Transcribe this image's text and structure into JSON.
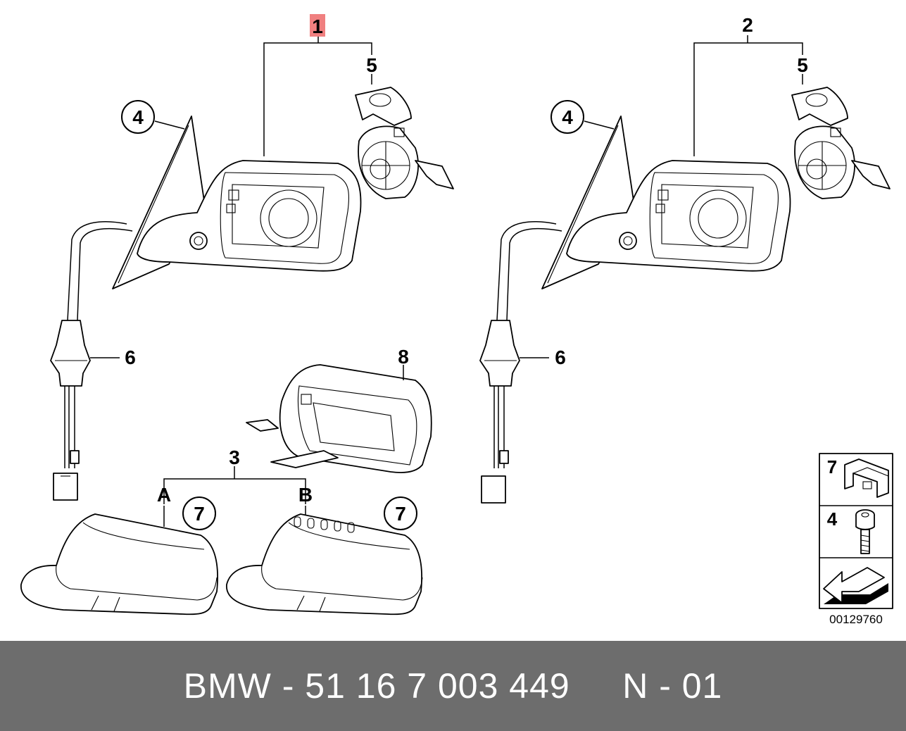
{
  "diagram": {
    "main_callouts": [
      {
        "id": "part-1",
        "label": "1",
        "highlighted": true
      },
      {
        "id": "part-2",
        "label": "2"
      },
      {
        "id": "part-3",
        "label": "3"
      },
      {
        "id": "part-4-left",
        "label": "4"
      },
      {
        "id": "part-4-right",
        "label": "4"
      },
      {
        "id": "part-5-left",
        "label": "5"
      },
      {
        "id": "part-5-right",
        "label": "5"
      },
      {
        "id": "part-6-left",
        "label": "6"
      },
      {
        "id": "part-6-right",
        "label": "6"
      },
      {
        "id": "part-7-a",
        "label": "7"
      },
      {
        "id": "part-7-b",
        "label": "7"
      },
      {
        "id": "part-8",
        "label": "8"
      }
    ],
    "variant_labels": {
      "a": "A",
      "b": "B"
    },
    "legend": {
      "items": [
        {
          "label": "7",
          "icon": "clip-icon"
        },
        {
          "label": "4",
          "icon": "screw-icon"
        }
      ],
      "arrow_icon": "direction-arrow-icon"
    },
    "image_number": "00129760",
    "highlight_color": "#f08080"
  },
  "footer": {
    "part_number_text": "BMW - 51 16 7 003 449",
    "page_code": "N - 01"
  }
}
